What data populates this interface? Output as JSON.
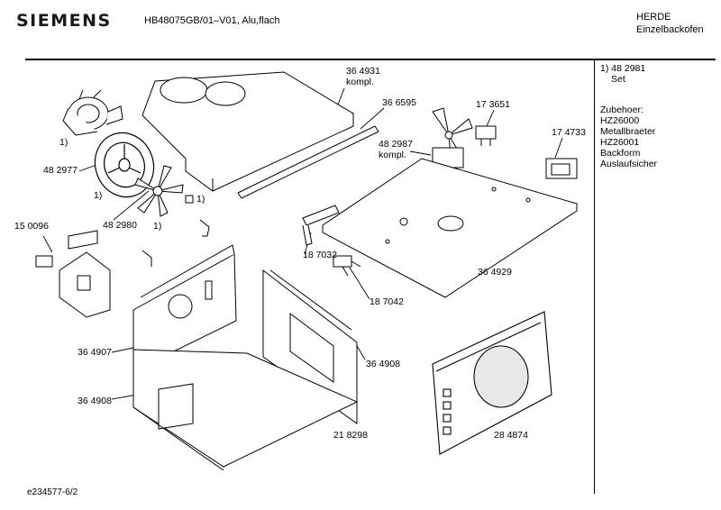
{
  "header": {
    "logo": "SIEMENS",
    "model": "HB48075GB/01–V01, Alu,flach",
    "category_line1": "HERDE",
    "category_line2": "Einzelbackofen"
  },
  "sidebar": {
    "set_line1": "1) 48 2981",
    "set_line2": "Set",
    "accessories": [
      "Zubehoer:",
      "HZ26000",
      "Metallbraeter",
      "HZ26001",
      "Backform",
      "Auslaufsicher"
    ]
  },
  "parts": {
    "p364931": "36 4931",
    "p364931_note": "kompl.",
    "p366595": "36 6595",
    "p173651": "17 3651",
    "p174733": "17 4733",
    "p482987": "48 2987",
    "p482987_note": "kompl.",
    "p482977": "48 2977",
    "p482980": "48 2980",
    "p150096": "15 0096",
    "p187032": "18 7032",
    "p187042": "18 7042",
    "p364929": "36 4929",
    "p364907": "36 4907",
    "p364908a": "36 4908",
    "p364908b": "36 4908",
    "p218298": "21 8298",
    "p284874": "28 4874",
    "note1a": "1)",
    "note1b": "1)",
    "note1c": "1)",
    "note1d": "1)"
  },
  "footer": {
    "doc_id": "e234577-6/2"
  }
}
